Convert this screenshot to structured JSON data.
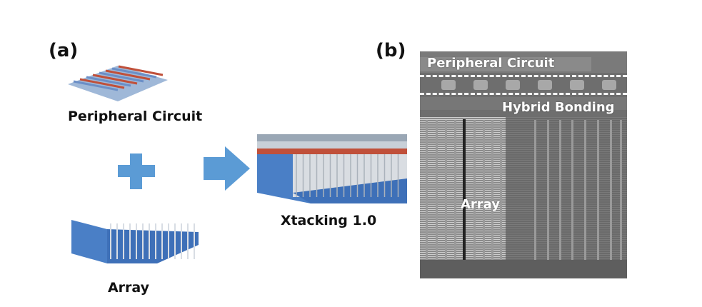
{
  "figure": {
    "panel_a": {
      "label": "(a)",
      "peripheral_caption": "Peripheral Circuit",
      "array_caption": "Array",
      "result_caption": "Xtacking 1.0",
      "plus_symbol": "plus-icon",
      "arrow_symbol": "arrow-right-icon"
    },
    "panel_b": {
      "label": "(b)",
      "sem_labels": {
        "peripheral": "Peripheral Circuit",
        "bonding": "Hybrid Bonding",
        "array": "Array"
      }
    }
  },
  "colors": {
    "accent_blue": "#5b9bd5",
    "stack_blue": "#4a7fc6",
    "contact_red": "#c0503a",
    "sem_gray": "#6f6f6f"
  }
}
